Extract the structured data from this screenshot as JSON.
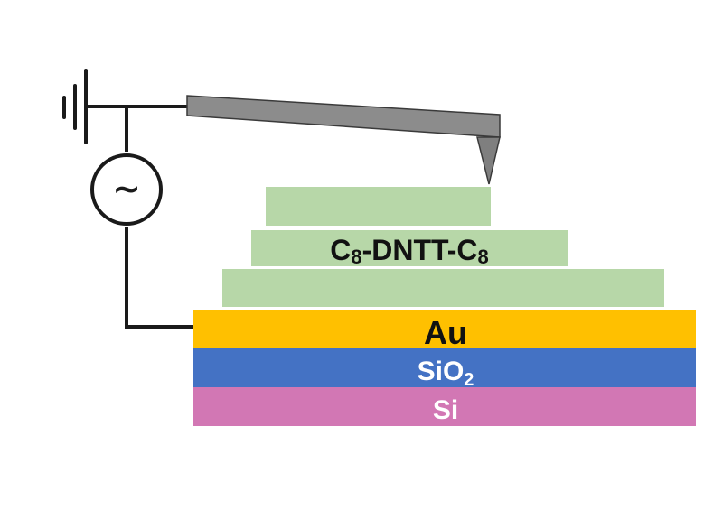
{
  "diagram": {
    "organic_layer_label": {
      "prefix": "C",
      "sub1": "8",
      "middle": "-DNTT-C",
      "sub2": "8"
    },
    "au_label": "Au",
    "sio2_label": {
      "prefix": "SiO",
      "sub": "2"
    },
    "si_label": "Si",
    "ac_source_symbol": "~",
    "colors": {
      "organic": "#b7d7a8",
      "au": "#ffc000",
      "sio2": "#4472c4",
      "si": "#d277b4",
      "cantilever": "#8c8c8c",
      "wire": "#1a1a1a"
    }
  }
}
